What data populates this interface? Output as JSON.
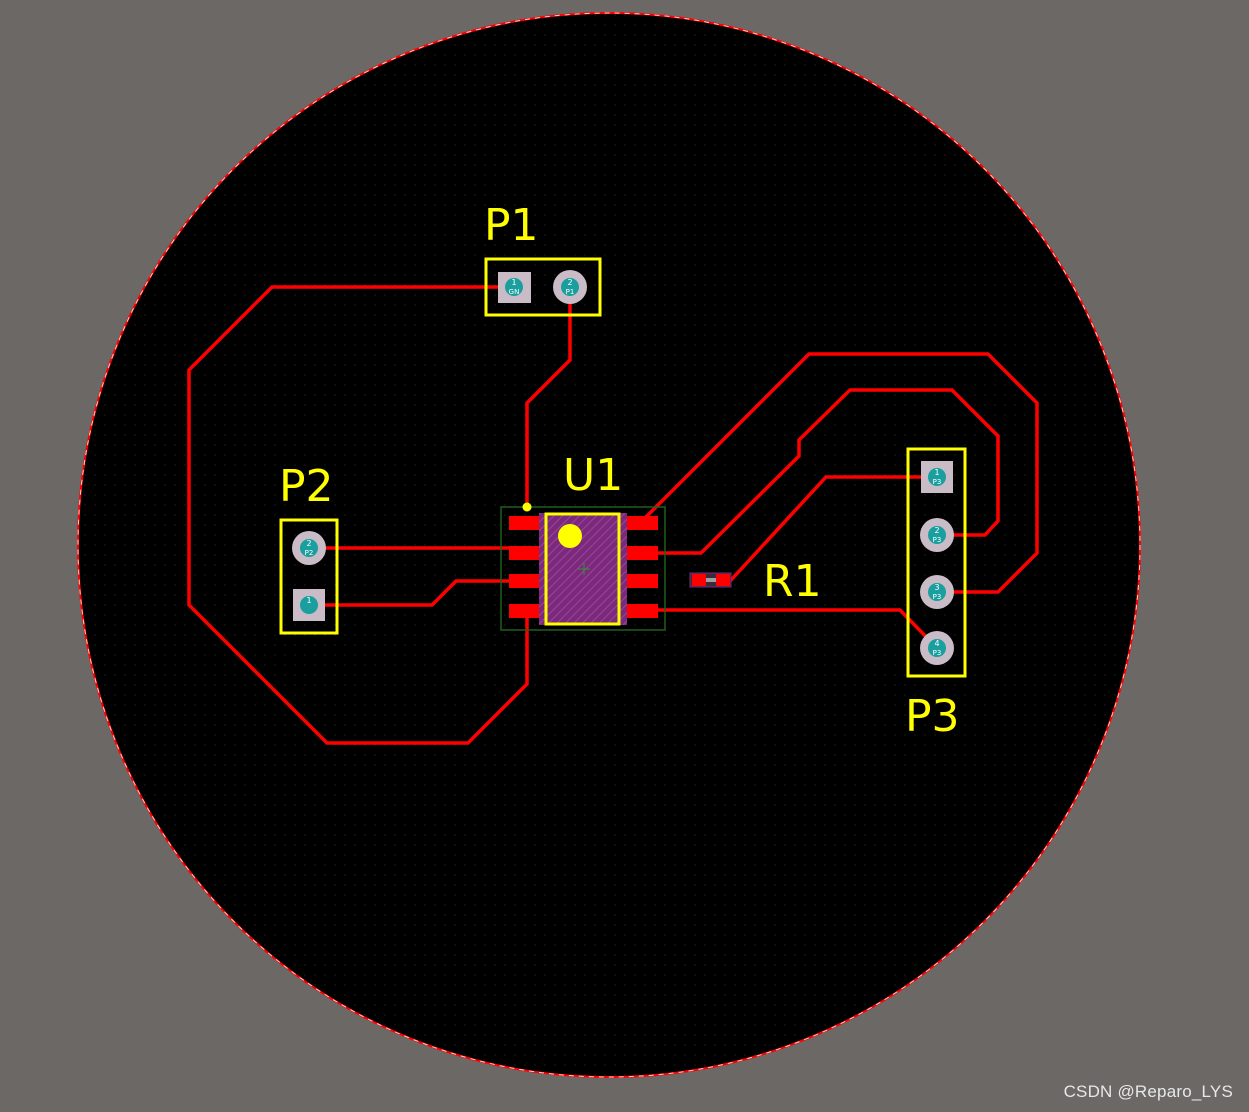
{
  "designators": {
    "p1": "P1",
    "p2": "P2",
    "u1": "U1",
    "r1": "R1",
    "p3": "P3"
  },
  "pads": {
    "p1_pin1_num": "1",
    "p1_pin1_net": "GN",
    "p1_pin2_num": "2",
    "p1_pin2_net": "P1",
    "p2_pin2_num": "2",
    "p2_pin2_net": "P2",
    "p2_pin1_num": "1",
    "p3_pin1_num": "1",
    "p3_pin1_net": "P3",
    "p3_pin2_num": "2",
    "p3_pin2_net": "P3",
    "p3_pin3_num": "3",
    "p3_pin3_net": "P3",
    "p3_pin4_num": "4",
    "p3_pin4_net": "P3"
  },
  "colors": {
    "background": "#6b6866",
    "board": "#000000",
    "outline": "#ff0000",
    "track": "#ff0000",
    "silkscreen": "#ffff00",
    "pad_fill": "#c9bcc6",
    "pad_center": "#1a9e9e"
  },
  "watermark": "CSDN @Reparo_LYS"
}
